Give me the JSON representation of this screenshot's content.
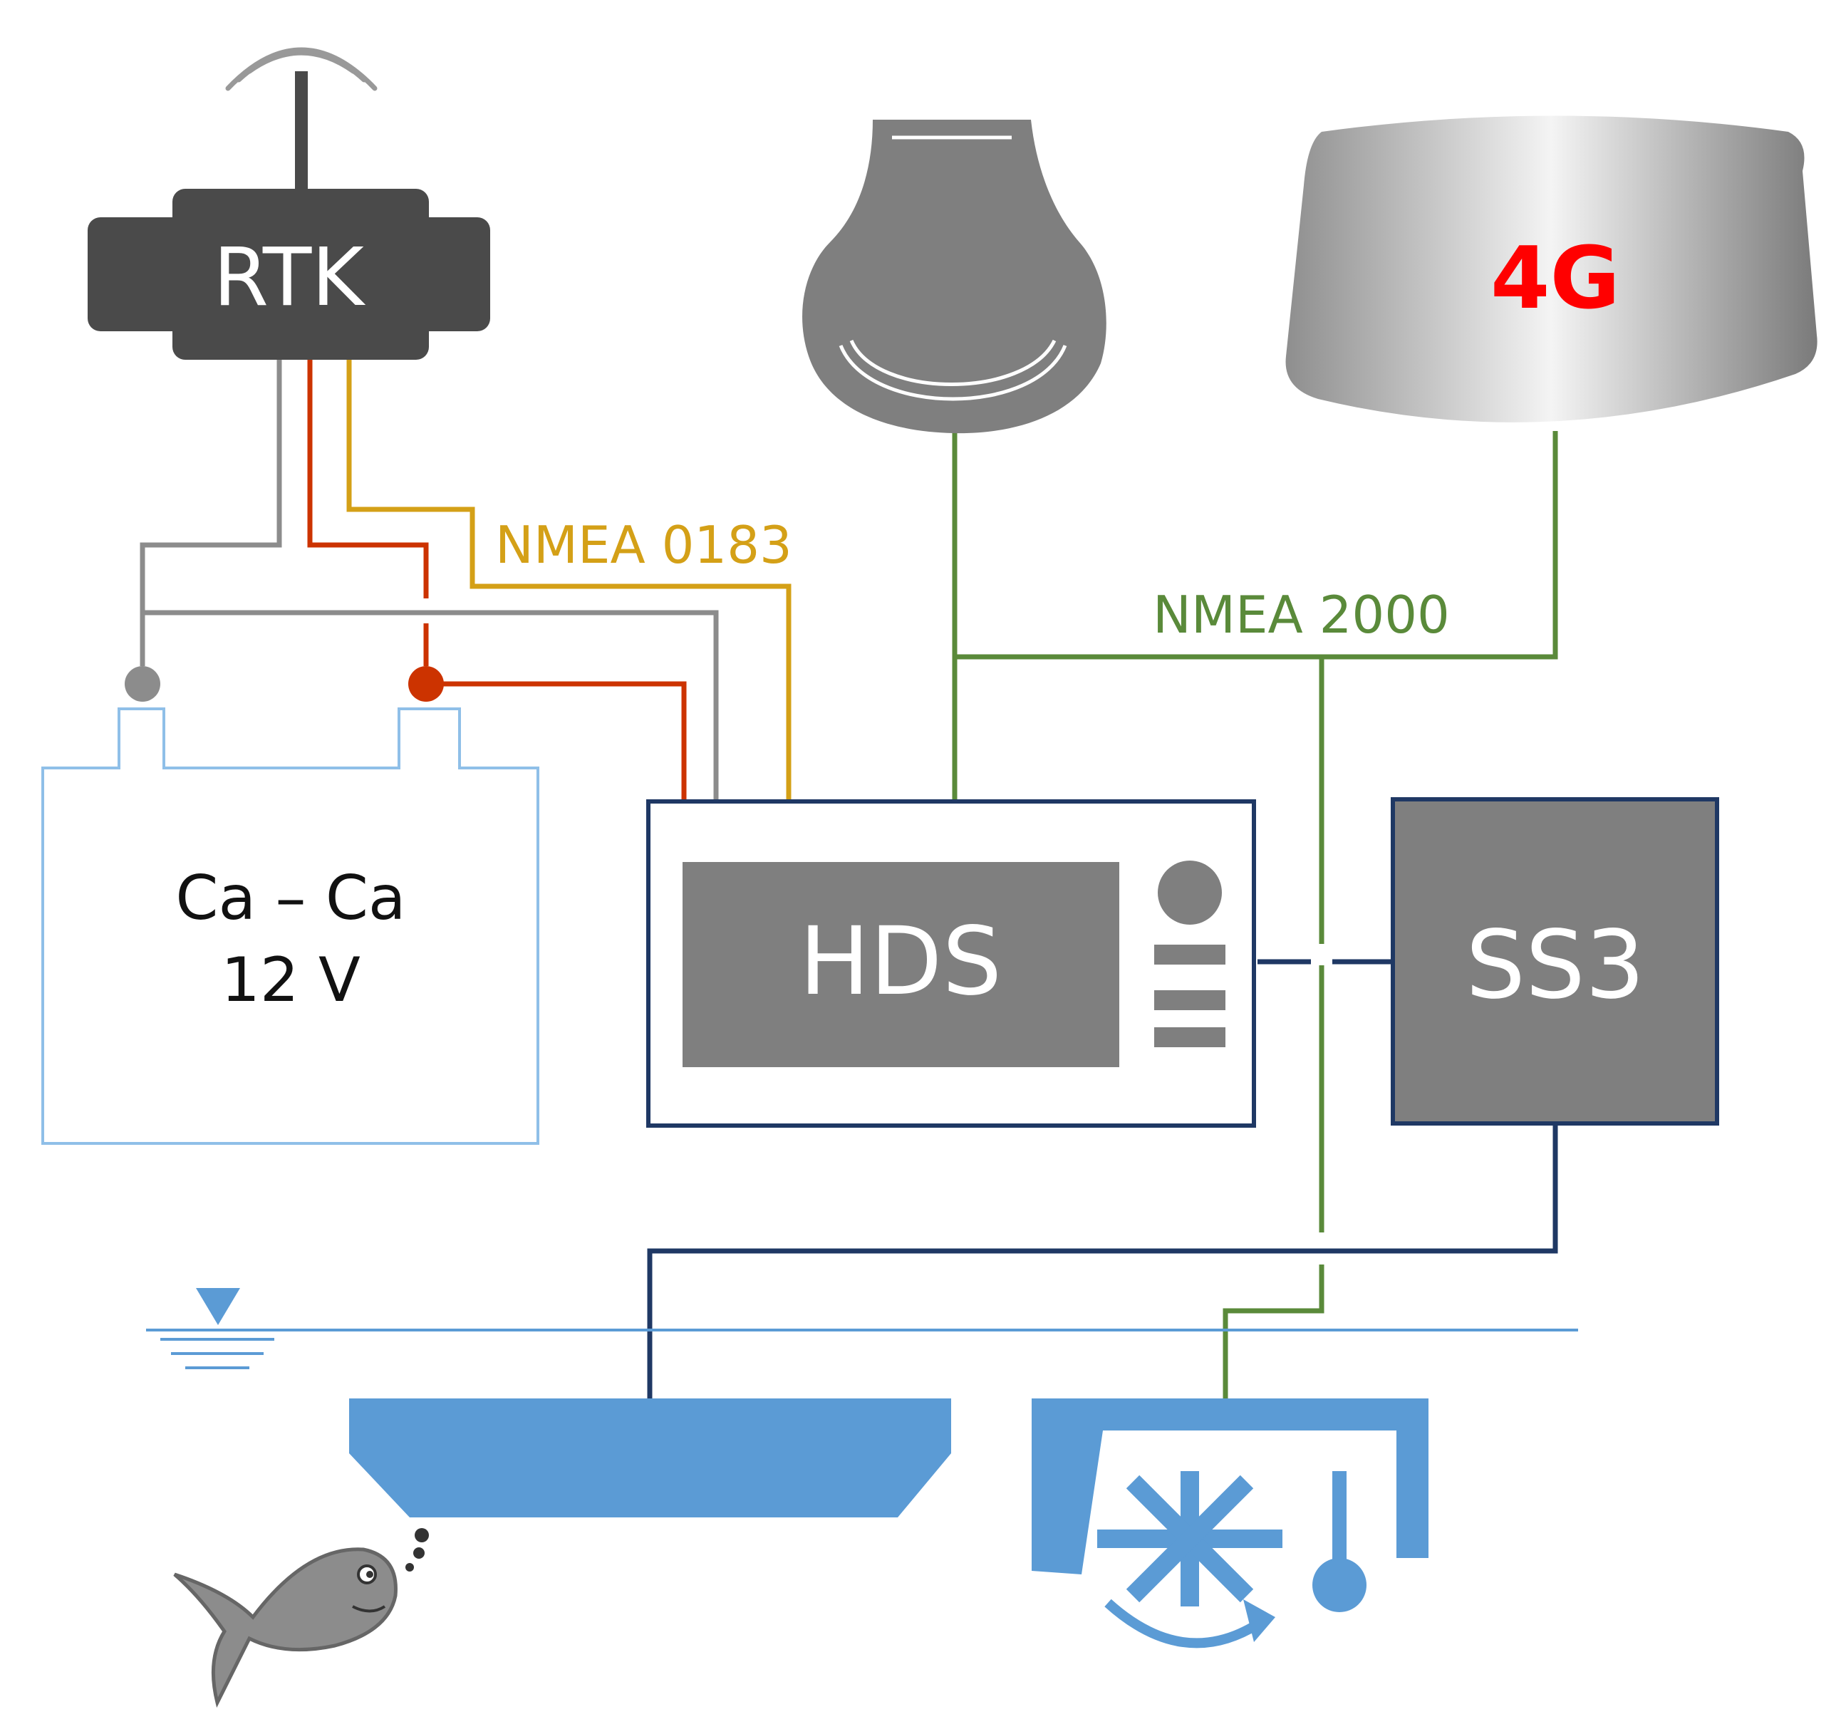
{
  "labels": {
    "rtk": "RTK",
    "battery_line1": "Ca – Ca",
    "battery_line2": "12 V",
    "hds": "HDS",
    "ss3": "SS3",
    "nmea0183": "NMEA 0183",
    "nmea2000": "NMEA 2000",
    "modem": "4G"
  },
  "colors": {
    "dark_device": "#4a4a4a",
    "grey_device": "#7f7f7f",
    "wire_grey": "#8c8c8c",
    "wire_red": "#cc3300",
    "wire_yellow": "#d4a017",
    "wire_green": "#5a8a3a",
    "wire_navy": "#1f3864",
    "battery_outline": "#8fbfe8",
    "water_blue": "#5b9bd5",
    "modem_red": "#ff0000"
  },
  "icons": {
    "rtk_antenna": "signal-waves-icon",
    "gps_antenna": "dome-antenna-icon",
    "water_level": "water-level-icon",
    "fish": "fish-icon",
    "speed_paddle": "paddle-wheel-icon",
    "temperature": "thermometer-icon"
  }
}
